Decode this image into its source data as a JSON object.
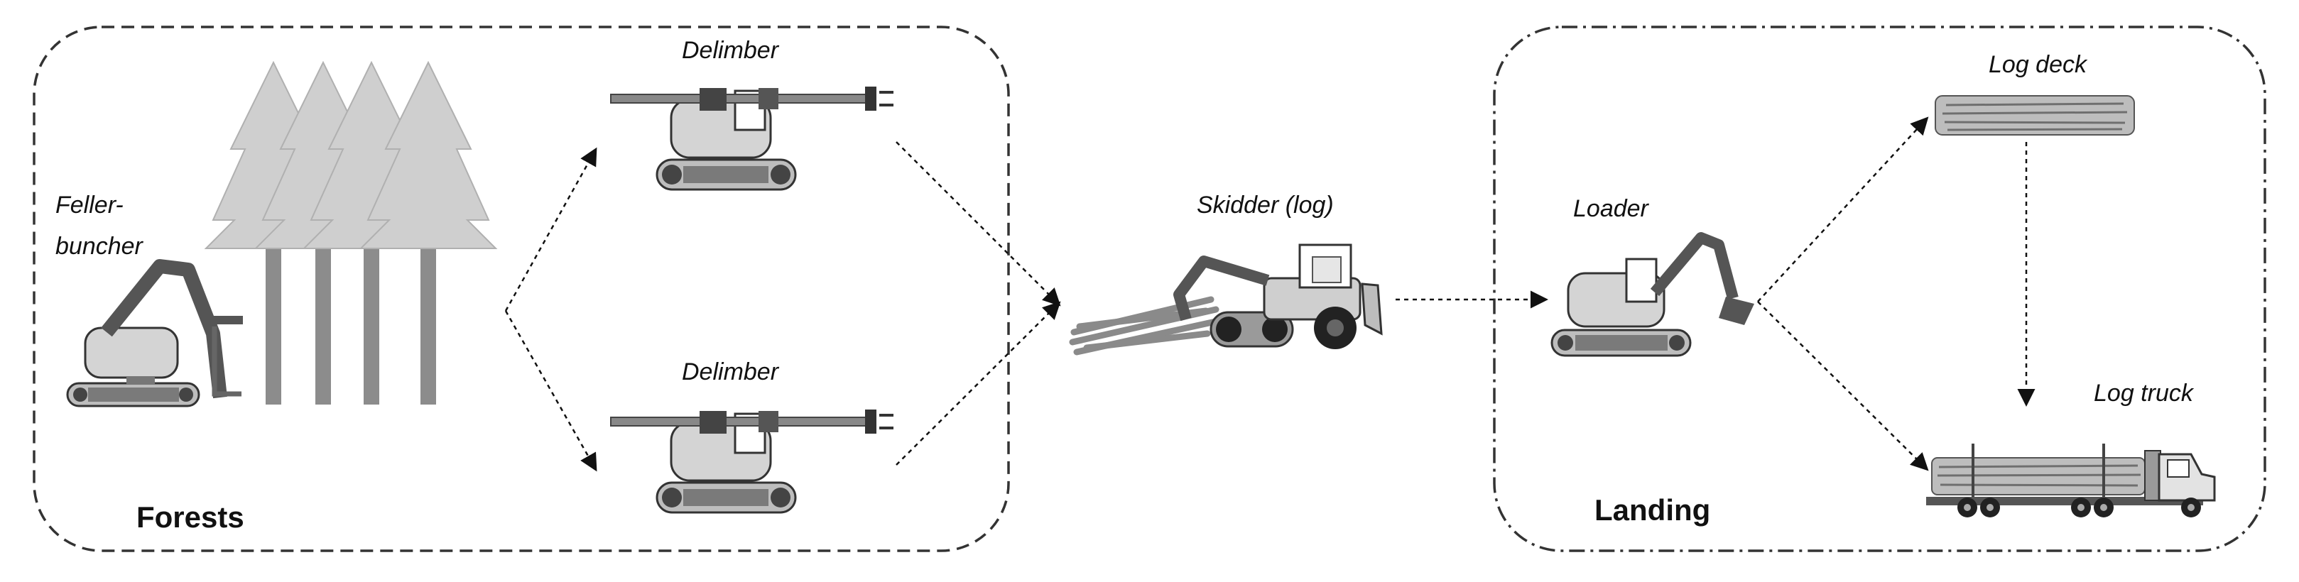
{
  "zones": {
    "forests": "Forests",
    "landing": "Landing"
  },
  "labels": {
    "feller_line1": "Feller-",
    "feller_line2": "buncher",
    "delimber_top": "Delimber",
    "delimber_bottom": "Delimber",
    "skidder": "Skidder (log)",
    "loader": "Loader",
    "log_deck": "Log deck",
    "log_truck": "Log truck"
  }
}
